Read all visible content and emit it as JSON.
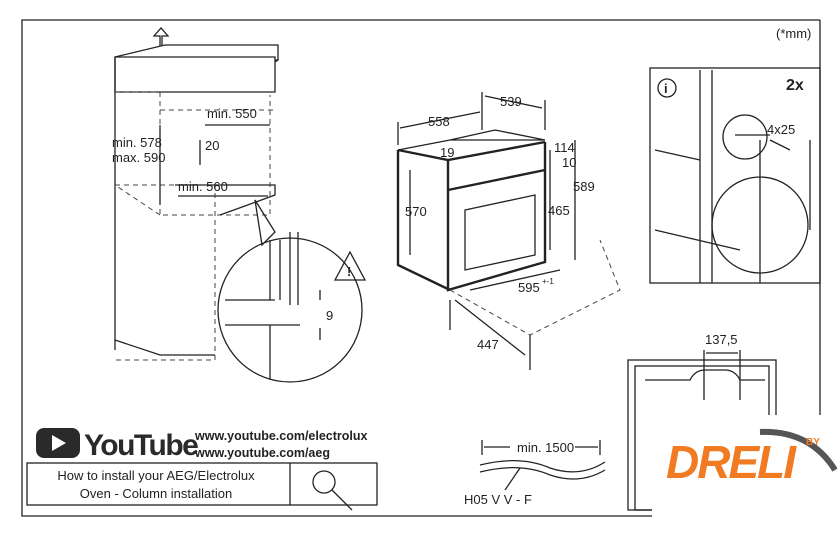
{
  "units_note": "(*mm)",
  "cabinet": {
    "niche_width": "min. 550",
    "niche_height_min": "min. 578",
    "niche_height_max": "max. 590",
    "gap": "20",
    "depth": "min. 560",
    "detail_gap": "9"
  },
  "oven": {
    "depth_total": "558",
    "depth_body": "539",
    "top_offset": "19",
    "panel_height": "114",
    "panel_gap": "10",
    "height_total": "589",
    "height_body": "570",
    "door_height": "465",
    "width": "595",
    "width_tolerance": "+-1",
    "front_depth": "447"
  },
  "fixing_panel": {
    "quantity": "2x",
    "screw": "4x25",
    "info_icon": "i"
  },
  "front_view": {
    "dimension": "137,5"
  },
  "cable": {
    "length": "min. 1500",
    "type": "H05 V V - F"
  },
  "video": {
    "brand": "YouTube",
    "urls": [
      "www.youtube.com/electrolux",
      "www.youtube.com/aeg"
    ],
    "title_line1": "How to install your AEG/Electrolux",
    "title_line2": "Oven - Column installation"
  },
  "watermark": {
    "text": "DRELI",
    "by": "BY",
    "color": "#f07b22"
  }
}
